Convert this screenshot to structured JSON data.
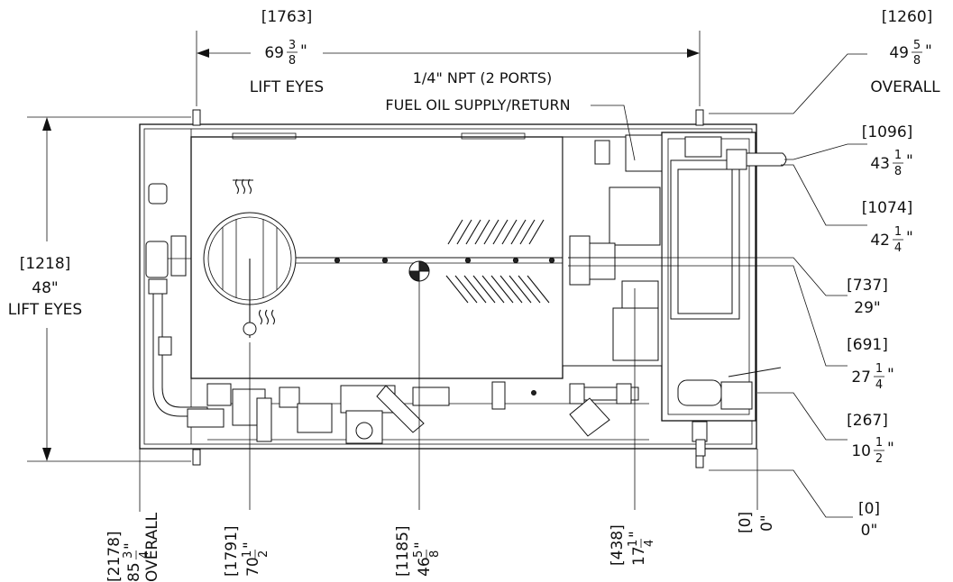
{
  "dimensions": {
    "lift_eyes_width": {
      "metric": "[1763]",
      "whole": "69",
      "num": "3",
      "den": "8",
      "unit": "\"",
      "label": "LIFT EYES"
    },
    "overall_width": {
      "metric": "[1260]",
      "whole": "49",
      "num": "5",
      "den": "8",
      "unit": "\"",
      "label": "OVERALL"
    },
    "fuel_ports": {
      "line1": "1/4\" NPT (2 PORTS)",
      "line2": "FUEL OIL SUPPLY/RETURN"
    },
    "lift_eyes_height": {
      "metric": "[1218]",
      "value": "48\"",
      "label": "LIFT EYES"
    },
    "r1096": {
      "metric": "[1096]",
      "whole": "43",
      "num": "1",
      "den": "8",
      "unit": "\""
    },
    "r1074": {
      "metric": "[1074]",
      "whole": "42",
      "num": "1",
      "den": "4",
      "unit": "\""
    },
    "r737": {
      "metric": "[737]",
      "value": "29\""
    },
    "r691": {
      "metric": "[691]",
      "whole": "27",
      "num": "1",
      "den": "4",
      "unit": "\""
    },
    "r267": {
      "metric": "[267]",
      "whole": "10",
      "num": "1",
      "den": "2",
      "unit": "\""
    },
    "r0": {
      "metric": "[0]",
      "value": "0\""
    },
    "b2178": {
      "metric": "[2178]",
      "whole": "85",
      "num": "3",
      "den": "4",
      "unit": "\"",
      "label": "OVERALL"
    },
    "b1791": {
      "metric": "[1791]",
      "whole": "70",
      "num": "1",
      "den": "2",
      "unit": "\""
    },
    "b1185": {
      "metric": "[1185]",
      "whole": "46",
      "num": "5",
      "den": "8",
      "unit": "\""
    },
    "b438": {
      "metric": "[438]",
      "whole": "17",
      "num": "1",
      "den": "4",
      "unit": "\""
    },
    "b0": {
      "metric": "[0]",
      "value": "0\""
    }
  }
}
